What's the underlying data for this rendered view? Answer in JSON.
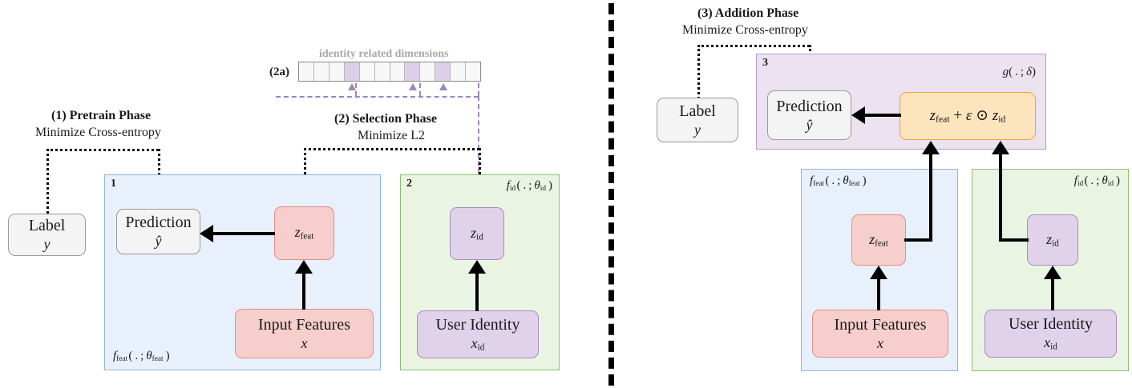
{
  "figure": {
    "left_section": {
      "phase1": {
        "title": "(1) Pretrain Phase",
        "subtitle": "Minimize Cross-entropy"
      },
      "phase2": {
        "title": "(2) Selection Phase",
        "subtitle": "Minimize L2"
      },
      "step2a": {
        "tag": "(2a)",
        "caption": "identity related dimensions",
        "cells": 12,
        "highlighted_indices": [
          3,
          7,
          9
        ],
        "highlight_color": "#ddcfe8"
      },
      "label_box": {
        "line1": "Label",
        "line2": "y"
      },
      "panel1": {
        "number": "1",
        "function": "f_feat ( . ; θ_feat )",
        "color": "#e8f0fb",
        "prediction_box": {
          "line1": "Prediction",
          "line2": "ŷ"
        },
        "zfeat_box": {
          "line1": "z_feat"
        },
        "input_box": {
          "line1": "Input Features",
          "line2": "x"
        }
      },
      "panel2": {
        "number": "2",
        "function": "f_id ( . ; θ_id )",
        "color": "#eaf4e3",
        "zid_box": {
          "line1": "z_id"
        },
        "identity_box": {
          "line1": "User Identity",
          "line2": "x_id"
        }
      }
    },
    "right_section": {
      "phase3": {
        "title": "(3) Addition Phase",
        "subtitle": "Minimize Cross-entropy"
      },
      "label_box": {
        "line1": "Label",
        "line2": "y"
      },
      "panel3": {
        "number": "3",
        "function": "g ( . ; δ )",
        "color": "#ece2f0",
        "prediction_box": {
          "line1": "Prediction",
          "line2": "ŷ"
        },
        "addition_box": {
          "formula": "z_feat + ϵ ⊙ z_id",
          "color": "#fce5bd"
        }
      },
      "panel_feat": {
        "function": "f_feat ( . ; θ_feat )",
        "color": "#e8f0fb",
        "zfeat_box": {
          "line1": "z_feat"
        },
        "input_box": {
          "line1": "Input Features",
          "line2": "x"
        }
      },
      "panel_id": {
        "function": "f_id ( . ; θ_id )",
        "color": "#eaf4e3",
        "zid_box": {
          "line1": "z_id"
        },
        "identity_box": {
          "line1": "User Identity",
          "line2": "x_id"
        }
      }
    },
    "divider": {
      "style": "dashed-vertical",
      "color": "#000000"
    }
  }
}
